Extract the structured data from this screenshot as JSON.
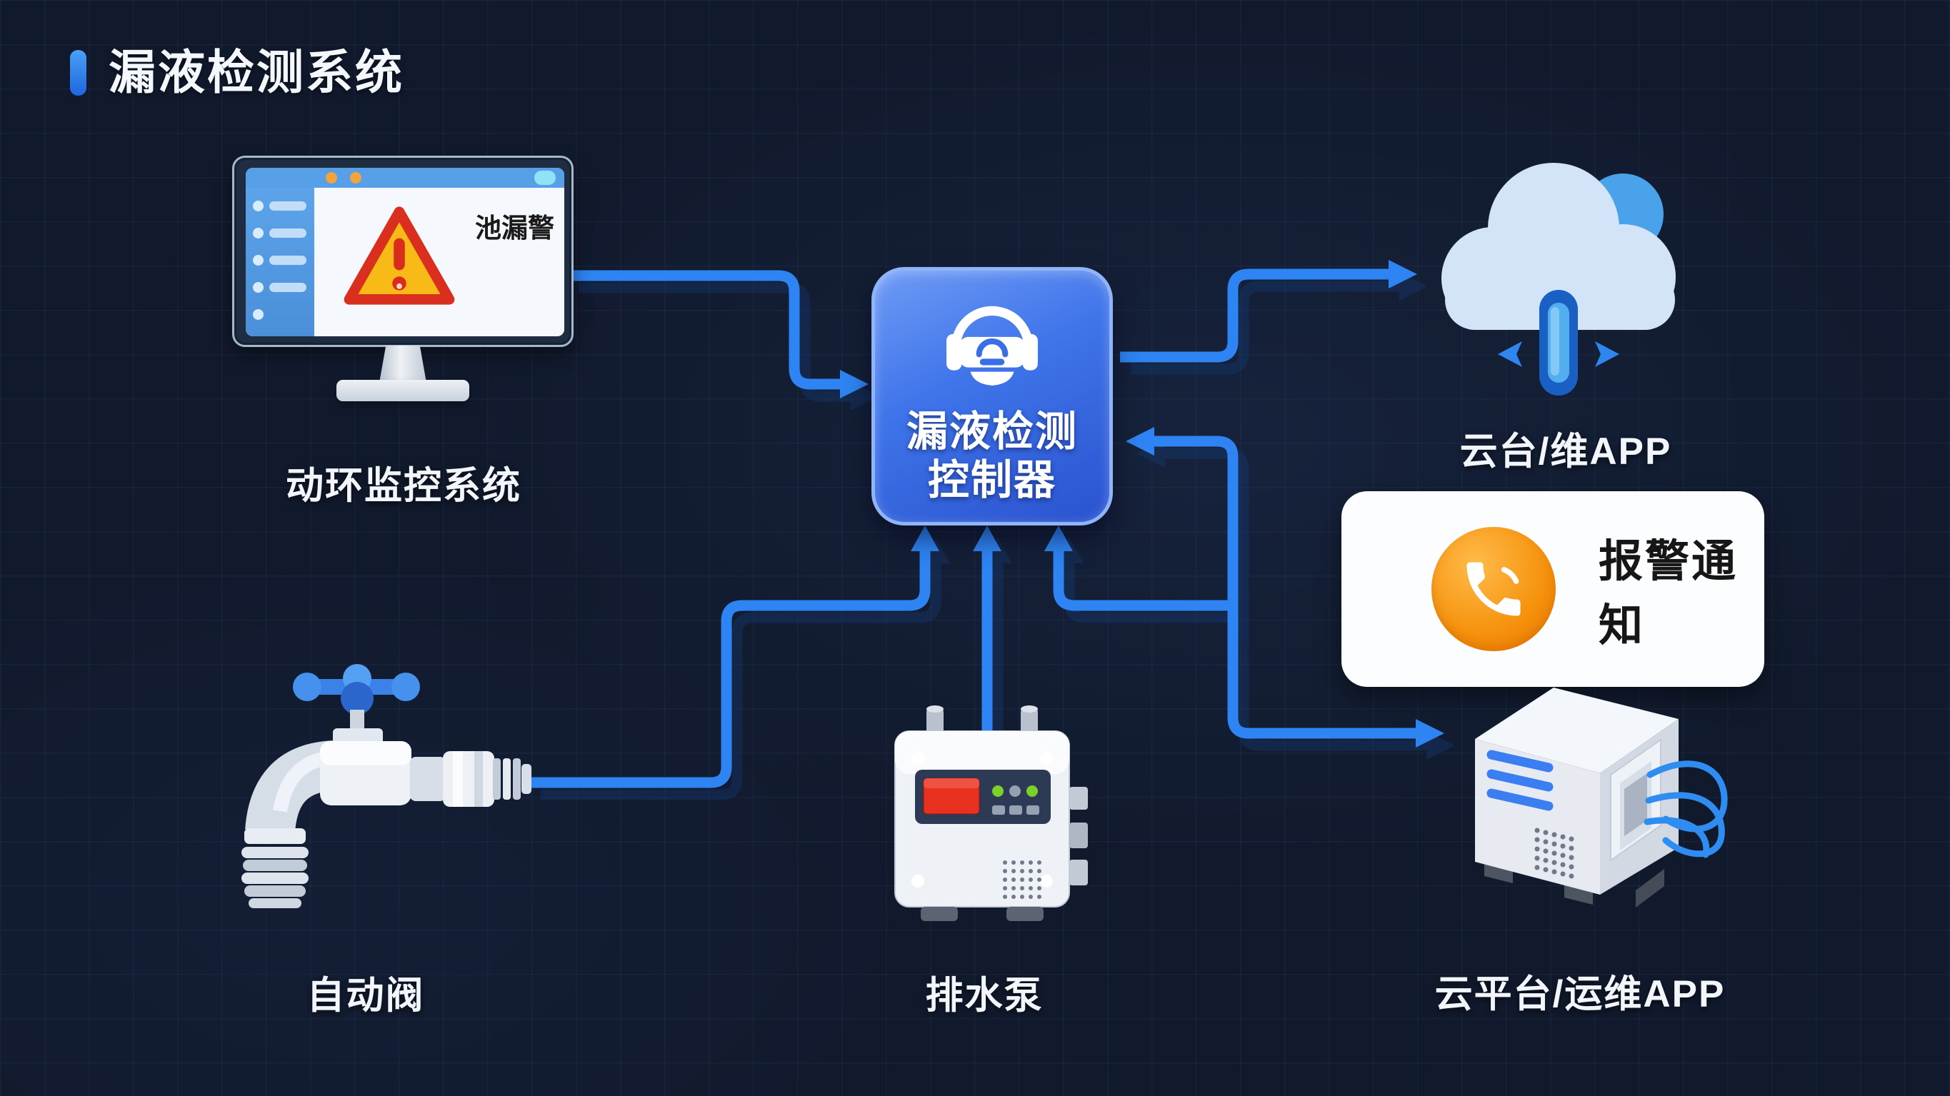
{
  "title": "漏液检测系统",
  "monitor": {
    "label": "动环监控系统",
    "alert_text": "池漏警"
  },
  "controller": {
    "line1": "漏液检测",
    "line2": "控制器"
  },
  "cloud": {
    "label": "云台/维APP"
  },
  "alarm": {
    "label": "报警通知"
  },
  "valve": {
    "label": "自动阀"
  },
  "pump": {
    "label": "排水泵"
  },
  "server": {
    "label": "云平台/运维APP"
  },
  "icons": {
    "warning": "warning-triangle-icon",
    "phone": "phone-handset-icon",
    "cloud": "cloud-upload-icon",
    "controller": "headset-detector-icon",
    "valve": "faucet-valve-icon",
    "pump": "pump-control-box-icon",
    "server": "server-cabinet-icon"
  },
  "colors": {
    "background": "#111a2d",
    "connector": "#2e84f2",
    "controller_fill": "#3f74ea",
    "alarm_orange": "#f5900a",
    "warning_red": "#d92c1c",
    "warning_yellow": "#f8ba16",
    "title_accent": "#2f7df6"
  }
}
